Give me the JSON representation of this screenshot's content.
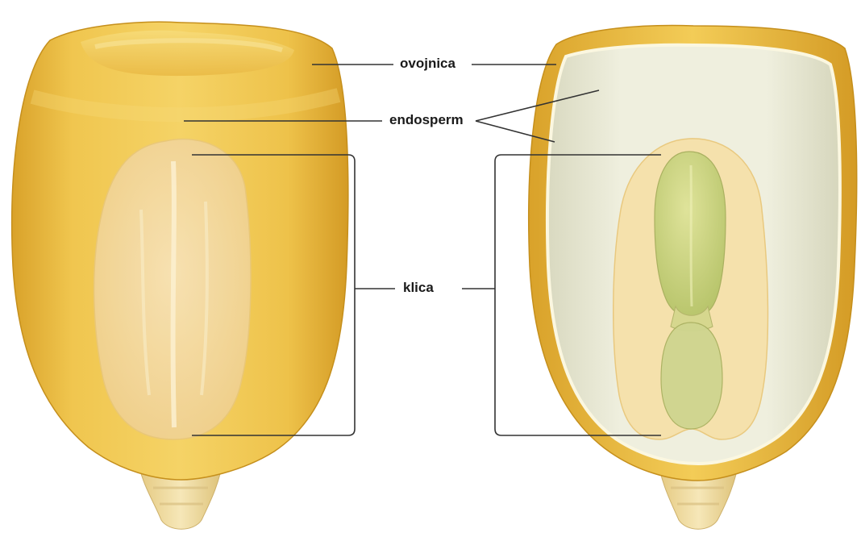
{
  "labels": {
    "husk": "ovojnica",
    "endosperm": "endosperm",
    "germ": "klica"
  },
  "colors": {
    "kernel_outer": "#e7b53a",
    "kernel_light": "#f3cf63",
    "kernel_shadow": "#c9961f",
    "endosperm_white": "#ecebd8",
    "germ_cream": "#f6e0a8",
    "embryo_green": "#c9d37e",
    "tip": "#efdca0",
    "leader_line": "#333333"
  }
}
